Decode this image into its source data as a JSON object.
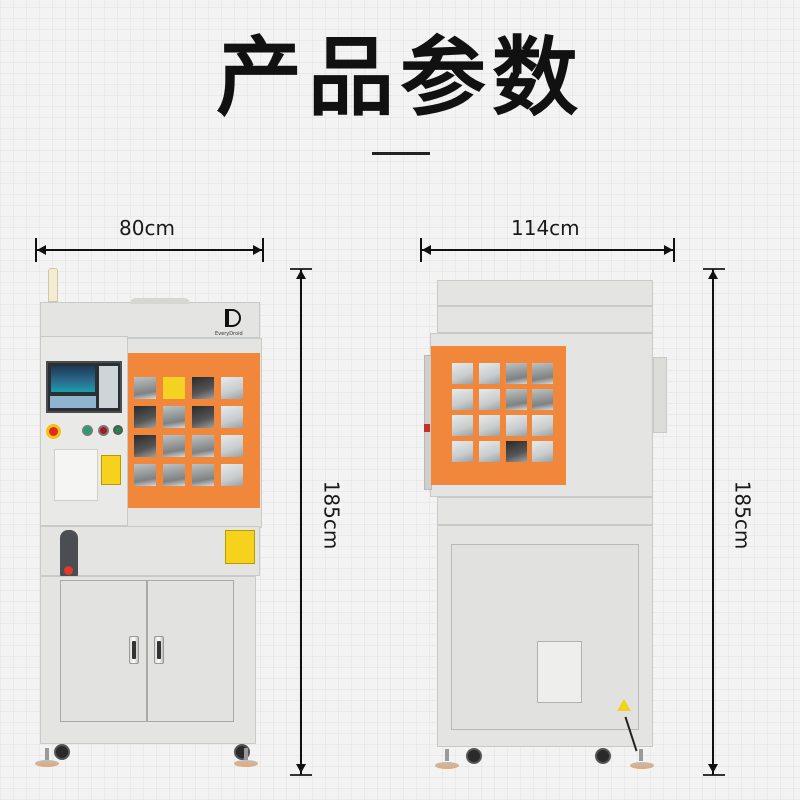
{
  "header": {
    "title": "产品参数"
  },
  "dimensions": {
    "front_width": "80cm",
    "front_height": "185cm",
    "side_depth": "114cm",
    "side_height": "185cm"
  },
  "front_view": {
    "brand_logo": "EveryDroid",
    "warning_label": "warning-sticker",
    "stop_button": "emergency-stop",
    "colors": {
      "orange": "#f0873b",
      "body": "#e4e4e2",
      "warning_yellow": "#f6d21c"
    }
  },
  "side_view": {
    "hazard_label": "electric-hazard",
    "colors": {
      "orange": "#f0873b",
      "body": "#e4e4e2"
    }
  }
}
